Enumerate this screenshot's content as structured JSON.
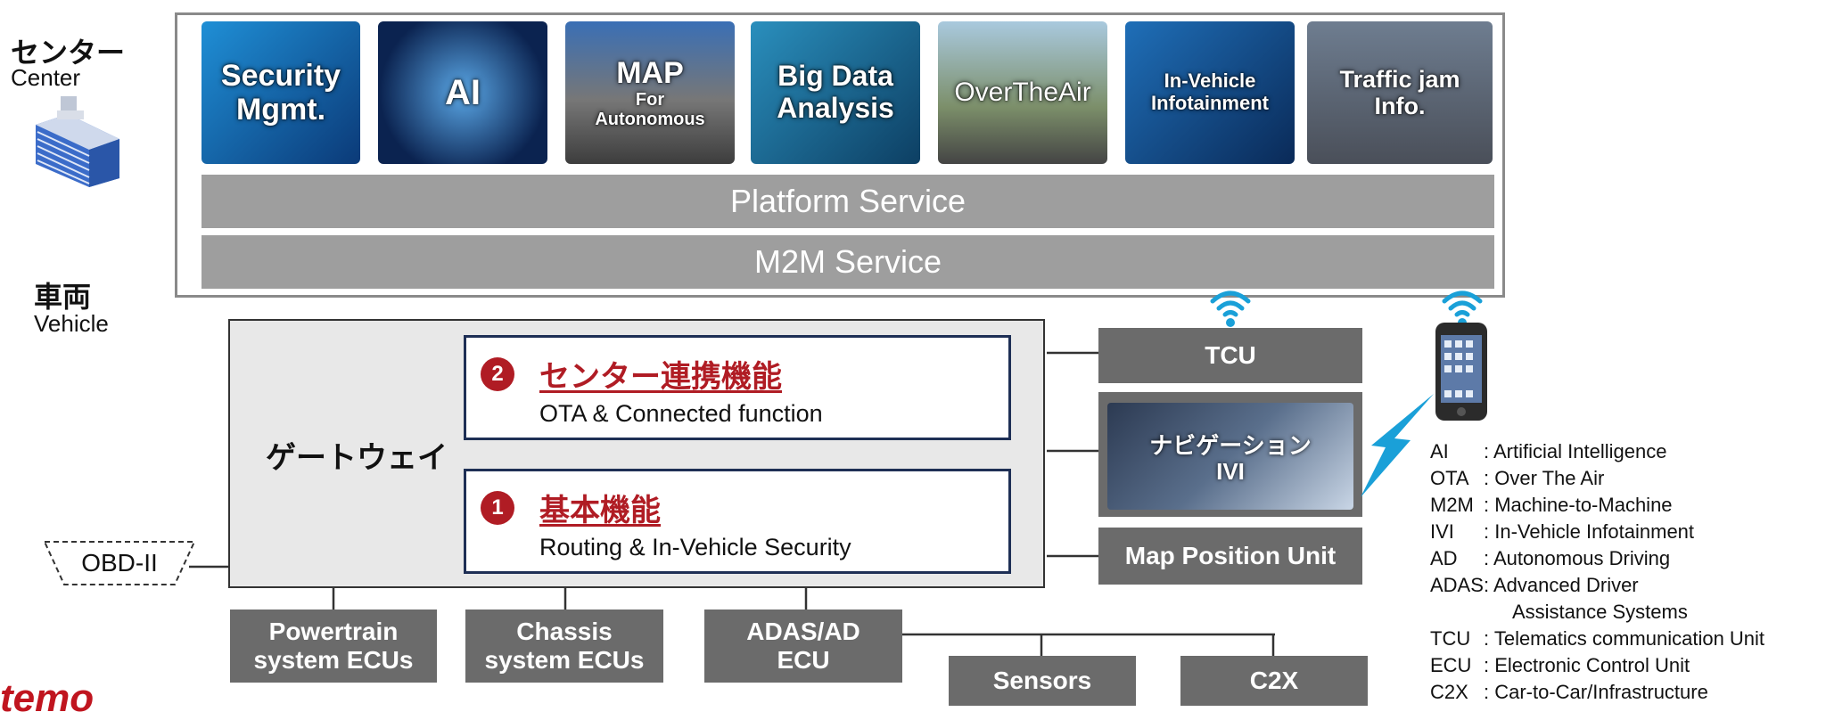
{
  "labels": {
    "center_jp": "センター",
    "center_en": "Center",
    "vehicle_jp": "車両",
    "vehicle_en": "Vehicle"
  },
  "tiles": [
    {
      "lines": [
        "Security",
        "Mgmt."
      ]
    },
    {
      "lines": [
        "AI"
      ]
    },
    {
      "lines": [
        "MAP",
        "For",
        "Autonomous"
      ]
    },
    {
      "lines": [
        "Big Data",
        "Analysis"
      ]
    },
    {
      "lines": [
        "OverTheAir"
      ]
    },
    {
      "lines": [
        "In-Vehicle",
        "Infotainment"
      ]
    },
    {
      "lines": [
        "Traffic jam",
        "Info."
      ]
    }
  ],
  "platform_service": "Platform  Service",
  "m2m_service": "M2M Service",
  "gateway": {
    "title": "ゲートウェイ",
    "functions": [
      {
        "number": "2",
        "title": "センター連携機能",
        "subtitle": "OTA & Connected function"
      },
      {
        "number": "1",
        "title": "基本機能",
        "subtitle": "Routing & In-Vehicle Security"
      }
    ]
  },
  "obd": "OBD-II",
  "right_units": {
    "tcu": "TCU",
    "navi_line1": "ナビゲーション",
    "navi_line2": "IVI",
    "map_position": "Map Position Unit"
  },
  "ecus": {
    "powertrain": [
      "Powertrain",
      "system ECUs"
    ],
    "chassis": [
      "Chassis",
      "system ECUs"
    ],
    "adas": [
      "ADAS/AD",
      "ECU"
    ],
    "sensors": "Sensors",
    "c2x": "C2X"
  },
  "legend": [
    {
      "abbr": "AI",
      "desc": ": Artificial Intelligence"
    },
    {
      "abbr": "OTA",
      "desc": ": Over The Air"
    },
    {
      "abbr": "M2M",
      "desc": ": Machine-to-Machine"
    },
    {
      "abbr": "IVI",
      "desc": ": In-Vehicle Infotainment"
    },
    {
      "abbr": "AD",
      "desc": ": Autonomous Driving"
    },
    {
      "abbr": "ADAS",
      "desc": ": Advanced Driver"
    },
    {
      "abbr": "",
      "desc": "Assistance Systems"
    },
    {
      "abbr": "TCU",
      "desc": ": Telematics communication Unit"
    },
    {
      "abbr": "ECU",
      "desc": ": Electronic Control Unit"
    },
    {
      "abbr": "C2X",
      "desc": ": Car-to-Car/Infrastructure"
    }
  ],
  "logo": "temo",
  "colors": {
    "accent_red": "#b01c24",
    "dark_gray": "#6b6b6b",
    "bar_gray": "#9e9e9e",
    "navy_border": "#1e2f55",
    "wifi_blue": "#1aa0d8"
  },
  "icons": [
    "building-icon",
    "wifi-icon",
    "smartphone-icon",
    "lightning-icon",
    "navigation-screen-icon"
  ]
}
